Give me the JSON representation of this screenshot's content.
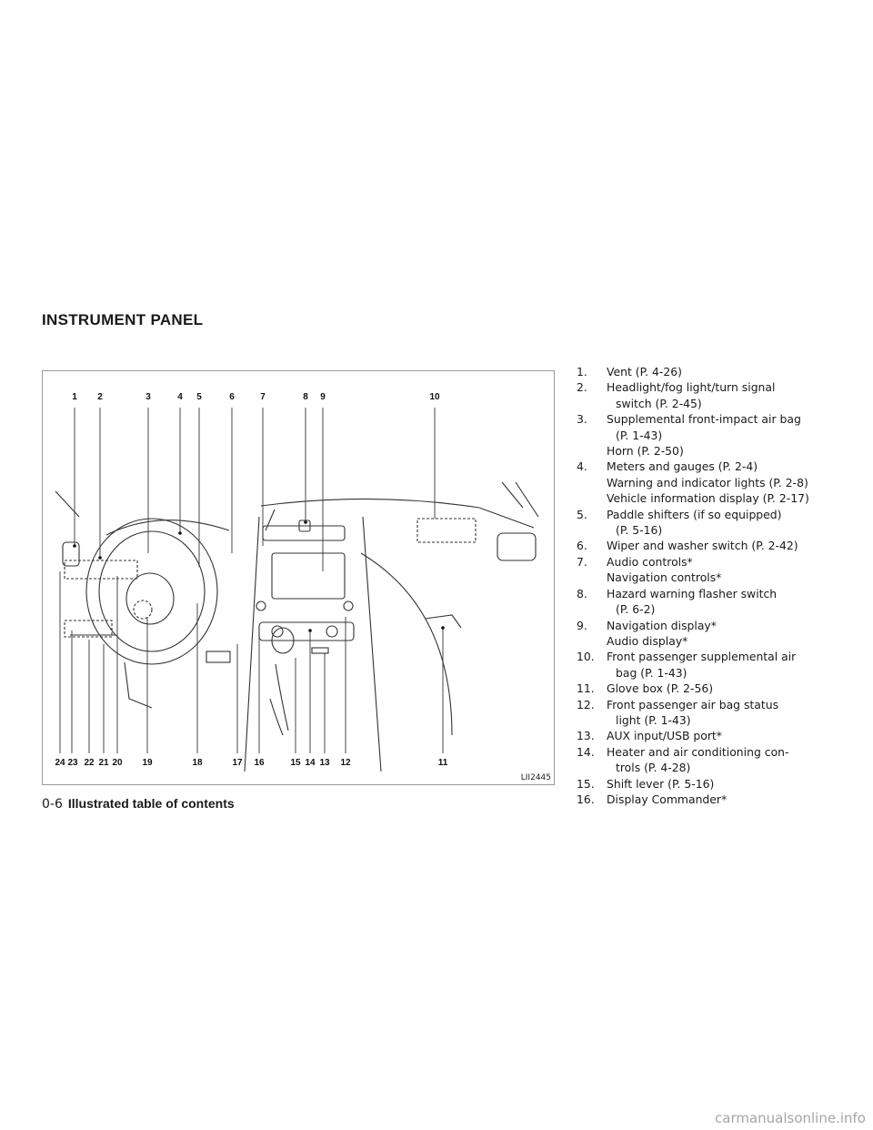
{
  "section": {
    "title": "INSTRUMENT PANEL"
  },
  "figure": {
    "code": "LII2445",
    "callouts_top": [
      "1",
      "2",
      "3",
      "4",
      "5",
      "6",
      "7",
      "8",
      "9",
      "10"
    ],
    "callouts_bottom": [
      "24",
      "23",
      "22",
      "21",
      "20",
      "19",
      "18",
      "17",
      "16",
      "15",
      "14",
      "13",
      "12",
      "11"
    ]
  },
  "toc": [
    {
      "num": "1.",
      "lines": [
        "Vent (P. 4-26)"
      ]
    },
    {
      "num": "2.",
      "lines": [
        "Headlight/fog light/turn signal",
        "switch (P. 2-45)"
      ]
    },
    {
      "num": "3.",
      "lines": [
        "Supplemental front-impact air bag",
        "(P. 1-43)",
        "Horn (P. 2-50)"
      ]
    },
    {
      "num": "4.",
      "lines": [
        "Meters and gauges (P. 2-4)",
        "Warning and indicator lights (P. 2-8)",
        "Vehicle information display (P. 2-17)"
      ]
    },
    {
      "num": "5.",
      "lines": [
        "Paddle shifters (if so equipped)",
        "(P. 5-16)"
      ]
    },
    {
      "num": "6.",
      "lines": [
        "Wiper and washer switch (P. 2-42)"
      ]
    },
    {
      "num": "7.",
      "lines": [
        "Audio controls*",
        "Navigation controls*"
      ]
    },
    {
      "num": "8.",
      "lines": [
        "Hazard warning flasher switch",
        "(P. 6-2)"
      ]
    },
    {
      "num": "9.",
      "lines": [
        "Navigation display*",
        "Audio display*"
      ]
    },
    {
      "num": "10.",
      "lines": [
        "Front passenger supplemental air",
        "bag (P. 1-43)"
      ]
    },
    {
      "num": "11.",
      "lines": [
        "Glove box (P. 2-56)"
      ]
    },
    {
      "num": "12.",
      "lines": [
        "Front passenger air bag status",
        "light (P. 1-43)"
      ]
    },
    {
      "num": "13.",
      "lines": [
        "AUX input/USB port*"
      ]
    },
    {
      "num": "14.",
      "lines": [
        "Heater and air conditioning con-",
        "trols (P. 4-28)"
      ]
    },
    {
      "num": "15.",
      "lines": [
        "Shift lever (P. 5-16)"
      ]
    },
    {
      "num": "16.",
      "lines": [
        "Display Commander*"
      ]
    }
  ],
  "footer": {
    "page": "0-6",
    "title": "Illustrated table of contents"
  },
  "watermark": "carmanualsonline.info"
}
